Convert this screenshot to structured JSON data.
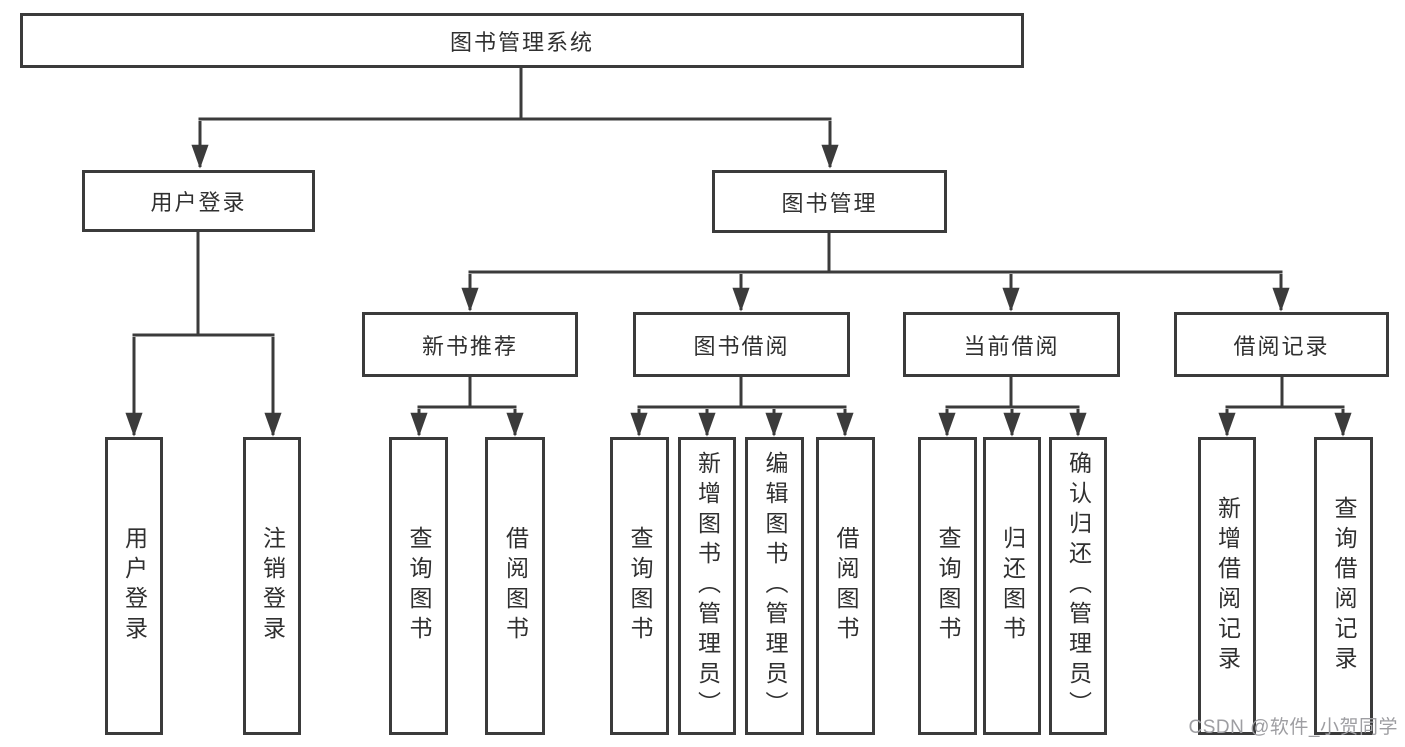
{
  "diagram": {
    "root": {
      "label": "图书管理系统",
      "children": [
        {
          "label": "用户登录",
          "children": [
            {
              "label": "用户登录"
            },
            {
              "label": "注销登录"
            }
          ]
        },
        {
          "label": "图书管理",
          "children": [
            {
              "label": "新书推荐",
              "children": [
                {
                  "label": "查询图书"
                },
                {
                  "label": "借阅图书"
                }
              ]
            },
            {
              "label": "图书借阅",
              "children": [
                {
                  "label": "查询图书"
                },
                {
                  "label": "新增图书（管理员）"
                },
                {
                  "label": "编辑图书（管理员）"
                },
                {
                  "label": "借阅图书"
                }
              ]
            },
            {
              "label": "当前借阅",
              "children": [
                {
                  "label": "查询图书"
                },
                {
                  "label": "归还图书"
                },
                {
                  "label": "确认归还（管理员）"
                }
              ]
            },
            {
              "label": "借阅记录",
              "children": [
                {
                  "label": "新增借阅记录"
                },
                {
                  "label": "查询借阅记录"
                }
              ]
            }
          ]
        }
      ]
    }
  },
  "watermark": {
    "text": "CSDN @软件_小贺同学"
  },
  "colors": {
    "line": "#3b3b3b",
    "box_border": "#3b3b3b",
    "text": "#303030",
    "background": "#ffffff",
    "watermark": "#9e9ea2"
  }
}
